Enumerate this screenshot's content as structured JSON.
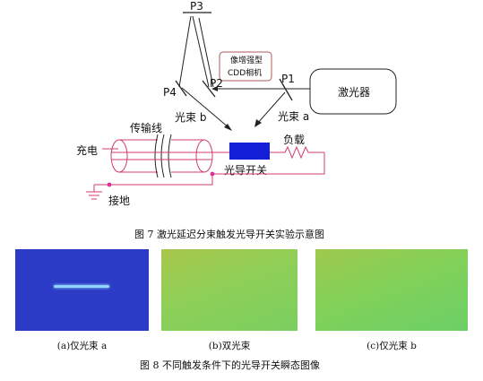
{
  "diagram": {
    "labels": {
      "p3": "P3",
      "p4": "P4",
      "p2": "P2",
      "p1": "P1",
      "camera_line1": "像增强型",
      "camera_line2": "CDD相机",
      "laser": "激光器",
      "beam_b": "光束 b",
      "beam_a": "光束 a",
      "transmission_line": "传输线",
      "charge": "充电",
      "load": "负载",
      "switch": "光导开关",
      "ground": "接地"
    },
    "colors": {
      "camera_box_border": "#b05a5a",
      "circuit_wire": "#d23c6e",
      "junction": "#e0309a",
      "switch_fill": "#1320d8"
    }
  },
  "figure7_caption": "图 7   激光延迟分束触发光导开关实验示意图",
  "panels": [
    {
      "label": "(a)仅光束 a",
      "background": "#2b3bc6",
      "streak_color": "#8fd4ff"
    },
    {
      "label": "(b)双光束",
      "background": "#8ccf52"
    },
    {
      "label": "(c)仅光束 b",
      "background": "#7fd159"
    }
  ],
  "figure8_caption": "图 8   不同触发条件下的光导开关瞬态图像"
}
